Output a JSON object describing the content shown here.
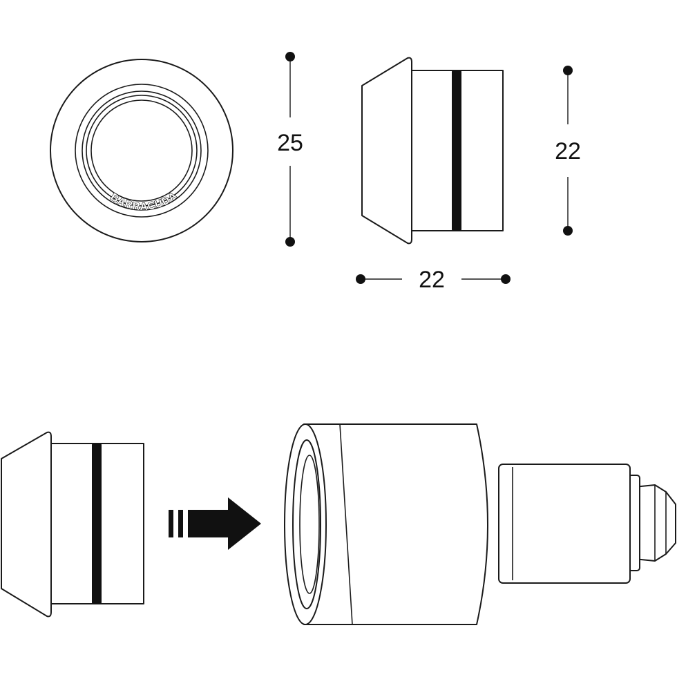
{
  "brand": {
    "text": "BARRACUDA"
  },
  "dimensions": {
    "outer_diameter": "25",
    "plug_height": "22",
    "plug_length": "22"
  },
  "colors": {
    "stroke": "#1a1a1a",
    "band": "#111111",
    "background": "#ffffff"
  },
  "icons": {
    "direction": "dashed-right-arrow-icon"
  }
}
